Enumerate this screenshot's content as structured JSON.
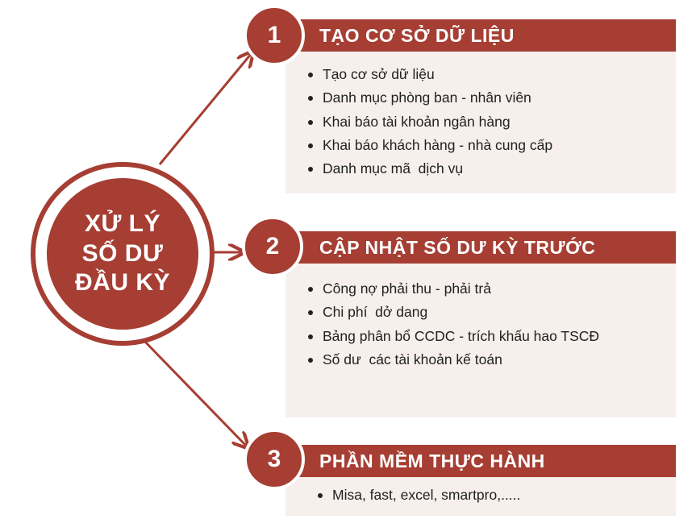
{
  "center": {
    "title": "XỬ LÝ\nSỐ DƯ\nĐẦU KỲ"
  },
  "sections": [
    {
      "number": "1",
      "title": "TẠO CƠ SỞ DỮ LIỆU",
      "items": [
        "Tạo cơ sở dữ liệu",
        "Danh mục phòng ban - nhân viên",
        "Khai báo tài khoản ngân hàng",
        "Khai báo khách hàng - nhà cung cấp",
        "Danh mục mã  dịch vụ"
      ]
    },
    {
      "number": "2",
      "title": "CẬP NHẬT SỐ DƯ KỲ TRƯỚC",
      "items": [
        "Công nợ phải thu - phải trả",
        "Chi phí  dở dang",
        "Bảng phân bổ CCDC - trích khấu hao TSCĐ",
        "Số dư  các tài khoản kế toán"
      ]
    },
    {
      "number": "3",
      "title": "PHẦN MỀM THỰC HÀNH",
      "items": [
        "Misa, fast, excel, smartpro,....."
      ]
    }
  ],
  "colors": {
    "accent": "#a63e33",
    "panel": "#f6efec",
    "text": "#222222"
  }
}
